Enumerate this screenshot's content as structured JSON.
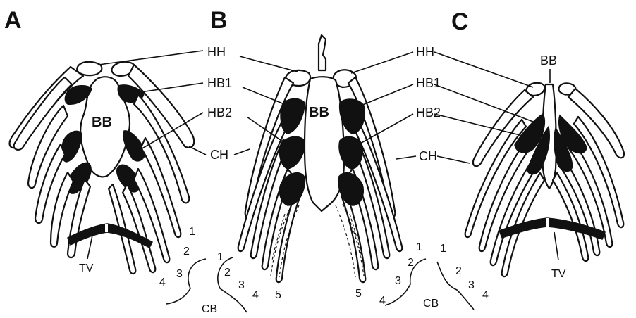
{
  "panels": {
    "a": "A",
    "b": "B",
    "c": "C"
  },
  "labels": {
    "hh": "HH",
    "hb1": "HB1",
    "hb2": "HB2",
    "bb": "BB",
    "ch": "CH",
    "tv": "TV",
    "cb": "CB"
  },
  "numbers": {
    "n1": "1",
    "n2": "2",
    "n3": "3",
    "n4": "4",
    "n5": "5"
  }
}
